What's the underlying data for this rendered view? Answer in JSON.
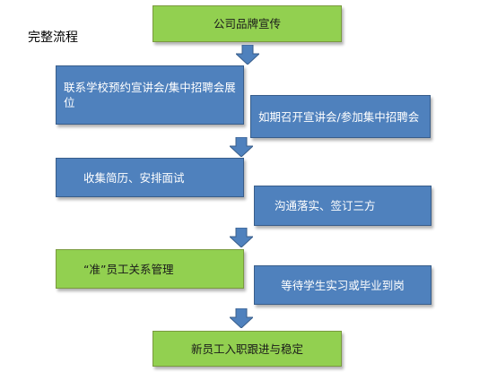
{
  "title": "完整流程",
  "steps": {
    "s1": "公司品牌宣传",
    "s2": "联系学校预约宣讲会/集中招聘会展位",
    "s3": "如期召开宣讲会/参加集中招聘会",
    "s4": "收集简历、安排面试",
    "s5": "沟通落实、签订三方",
    "s6": "“准”员工关系管理",
    "s7": "等待学生实习或毕业到岗",
    "s8": "新员工入职跟进与稳定"
  },
  "colors": {
    "green": "#92d050",
    "blue": "#4f81bd",
    "arrow": "#4f81bd"
  }
}
